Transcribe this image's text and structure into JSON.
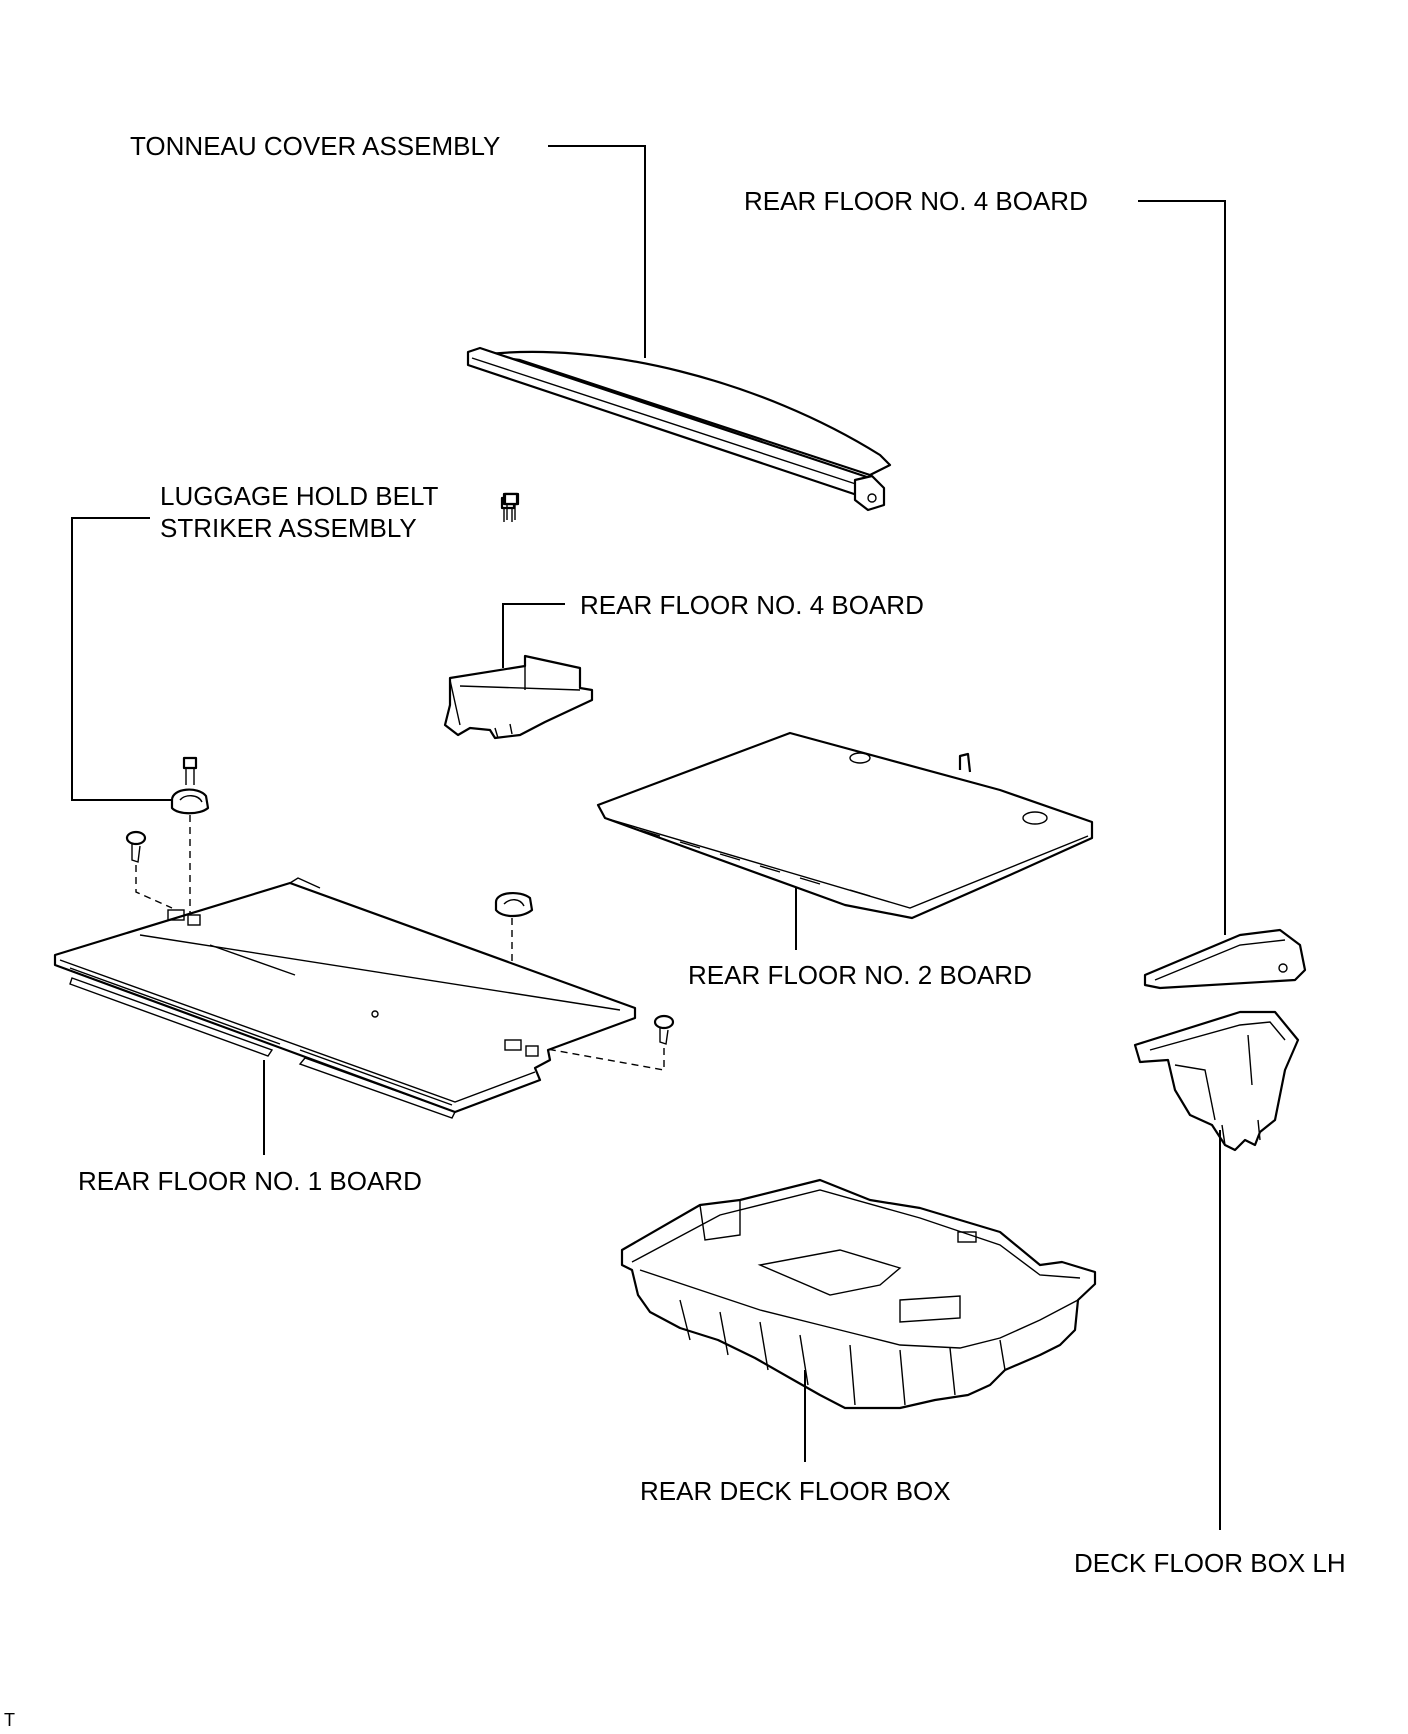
{
  "labels": {
    "tonneau_cover": "TONNEAU COVER ASSEMBLY",
    "rear_floor_no4_top": "REAR FLOOR NO. 4 BOARD",
    "luggage_belt_line1": "LUGGAGE HOLD BELT",
    "luggage_belt_line2": "STRIKER ASSEMBLY",
    "rear_floor_no4_mid": "REAR FLOOR NO. 4 BOARD",
    "rear_floor_no2": "REAR FLOOR NO. 2 BOARD",
    "rear_floor_no1": "REAR FLOOR NO. 1 BOARD",
    "rear_deck_floor_box": "REAR DECK FLOOR BOX",
    "deck_floor_box_lh": "DECK FLOOR BOX LH"
  },
  "corner_mark": "T"
}
